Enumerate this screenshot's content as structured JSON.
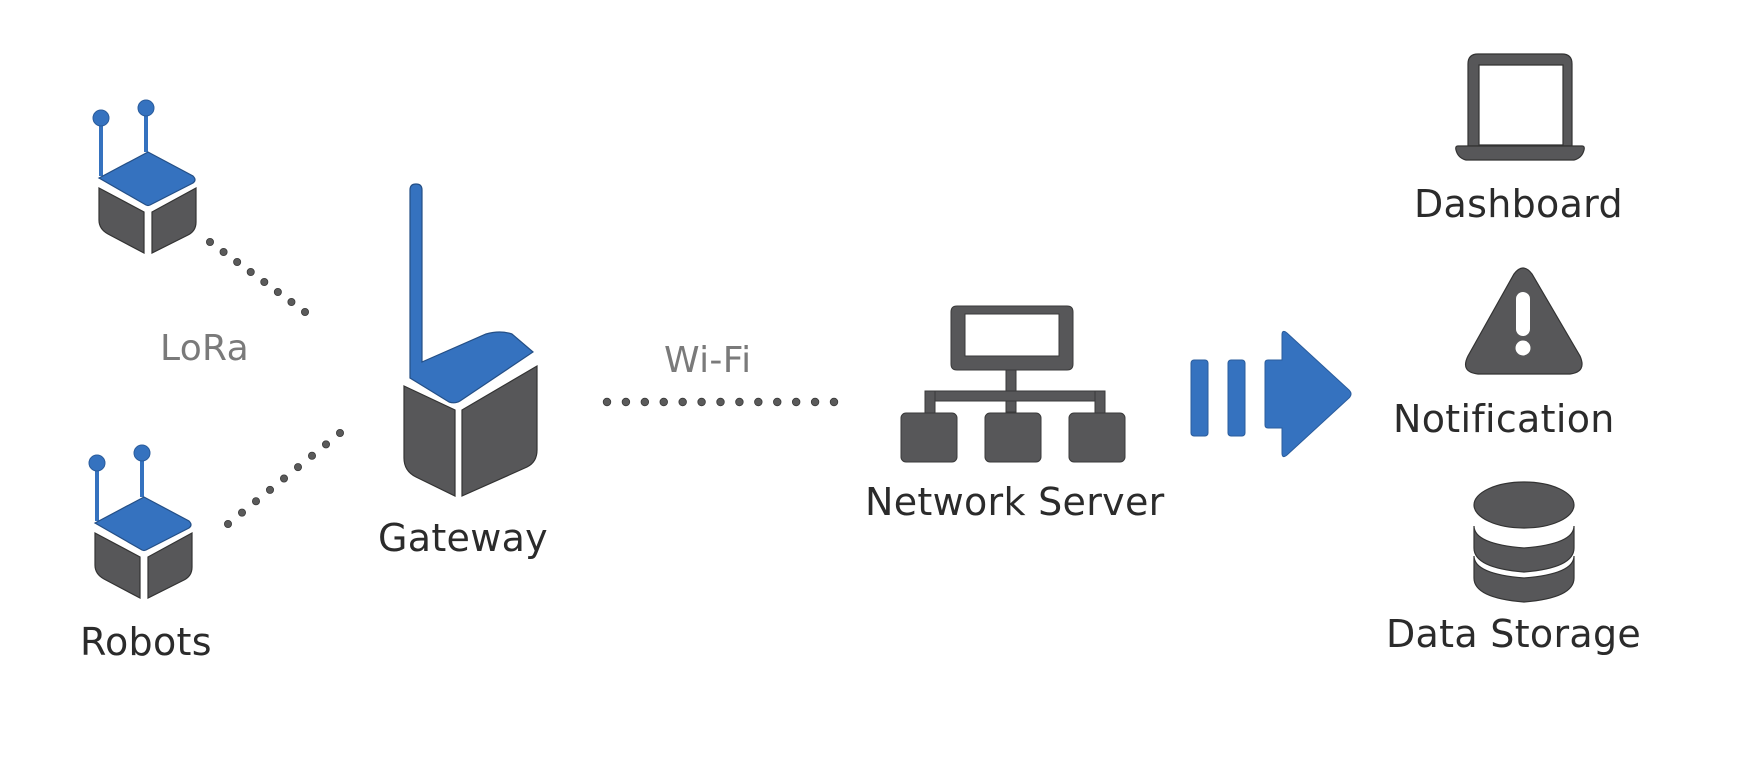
{
  "colors": {
    "accent_blue": "#3572bf",
    "icon_gray": "#575759",
    "dot_gray": "#5a5a5a",
    "label_dark": "#2b2b2b",
    "label_soft": "#7a7a7a",
    "background": "#ffffff"
  },
  "nodes": {
    "robots": {
      "label": "Robots",
      "icon": "robot-icon",
      "count": 2
    },
    "gateway": {
      "label": "Gateway",
      "icon": "gateway-icon"
    },
    "network_server": {
      "label": "Network Server",
      "icon": "network-hierarchy-icon"
    },
    "outputs": [
      {
        "label": "Dashboard",
        "icon": "laptop-icon"
      },
      {
        "label": "Notification",
        "icon": "warning-triangle-icon"
      },
      {
        "label": "Data Storage",
        "icon": "database-icon"
      }
    ]
  },
  "links": {
    "robots_to_gateway": {
      "label": "LoRa",
      "style": "dotted"
    },
    "gateway_to_server": {
      "label": "Wi-Fi",
      "style": "dotted"
    },
    "server_to_outputs": {
      "label": "",
      "style": "block-arrow",
      "icon": "arrow-right-icon"
    }
  }
}
